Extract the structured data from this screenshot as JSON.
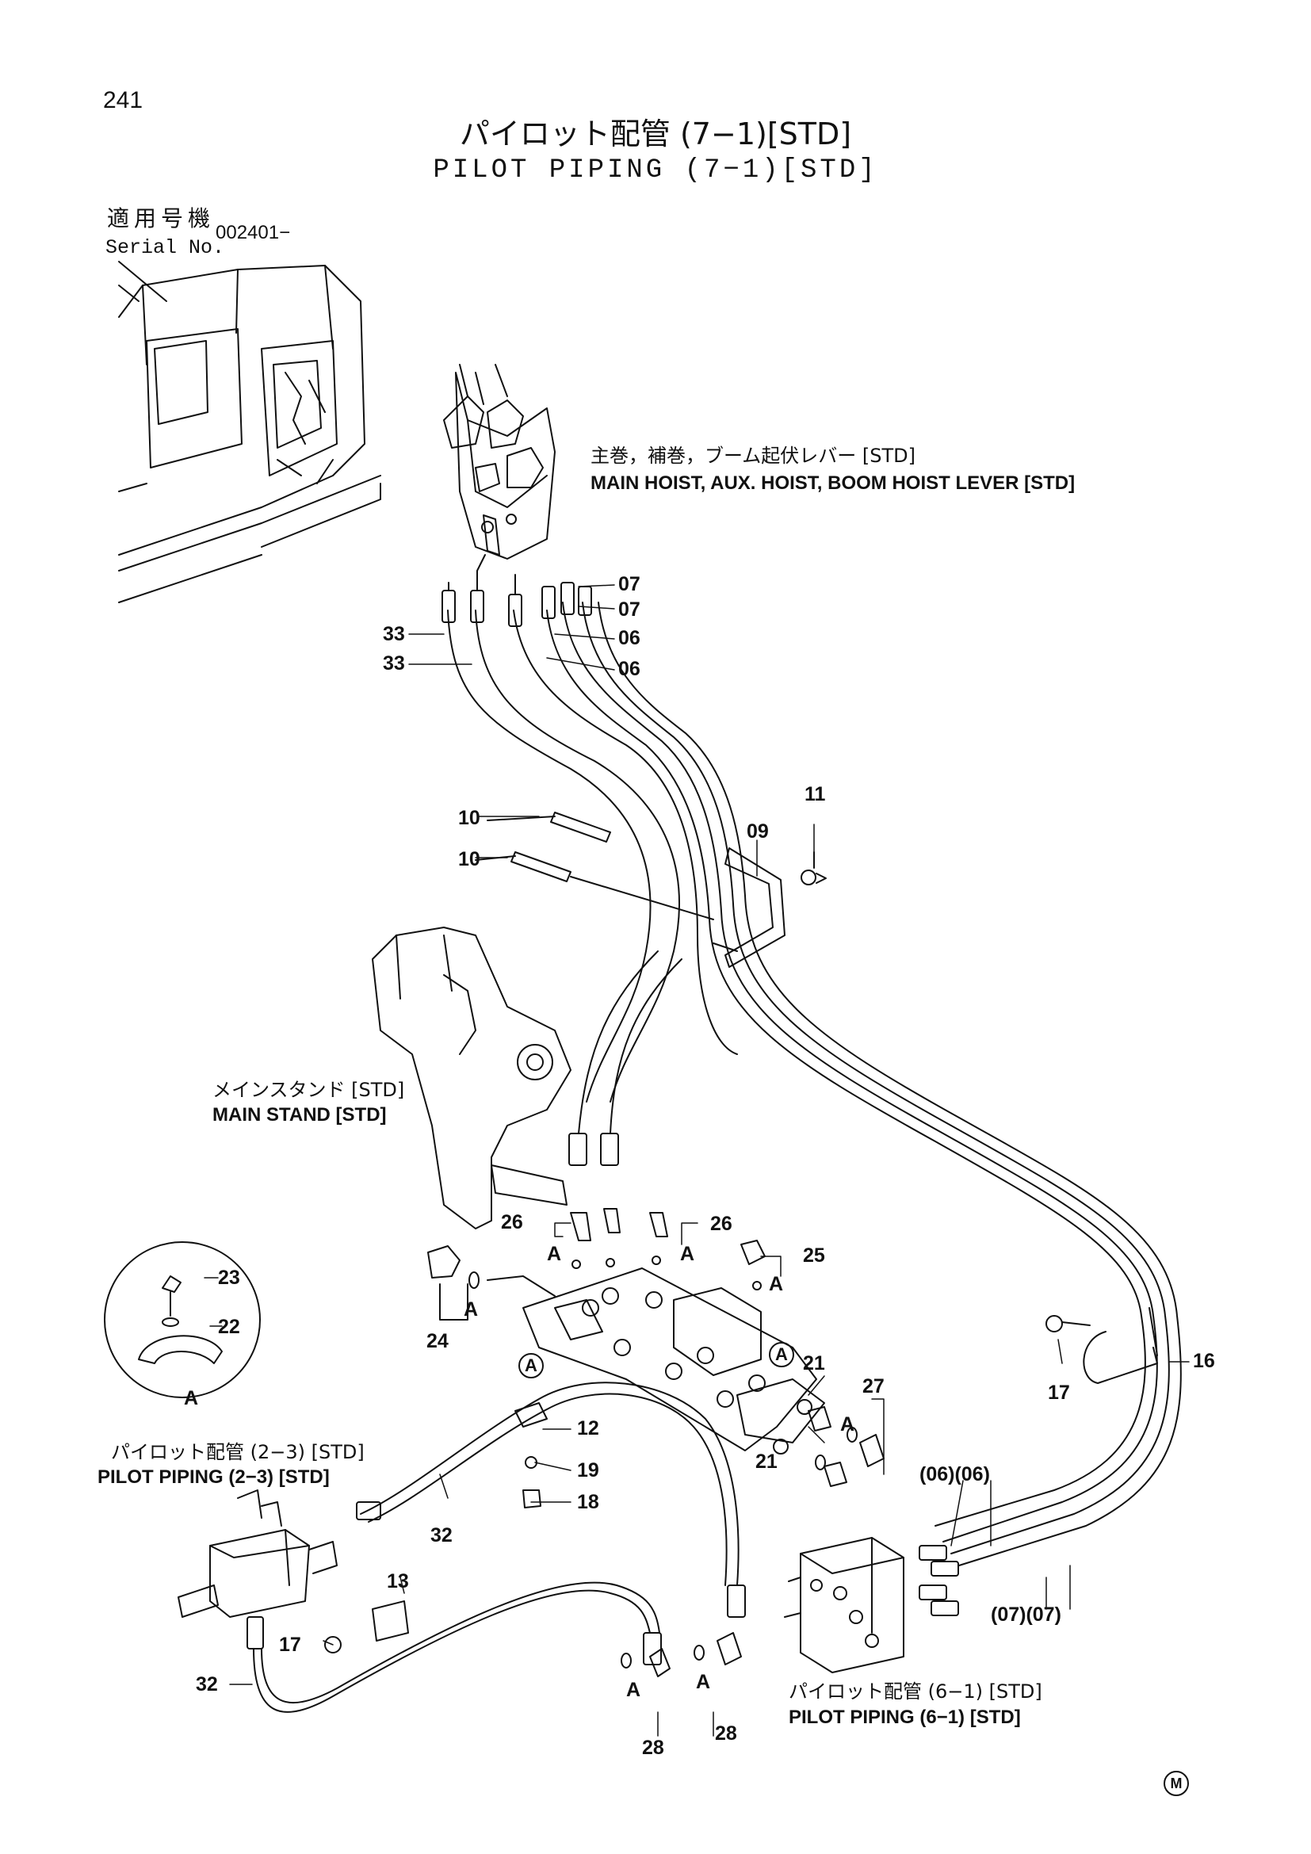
{
  "page": {
    "number": "241",
    "title_ja": "パイロット配管 (7−1)[STD]",
    "title_en": "PILOT PIPING (7−1)[STD]",
    "serial_label_ja": "適用号機",
    "serial_label_en": "Serial No.",
    "serial_value": "002401−"
  },
  "captions": {
    "lever_ja": "主巻，補巻，ブーム起伏レバー [STD]",
    "lever_en": "MAIN HOIST, AUX. HOIST, BOOM HOIST LEVER [STD]",
    "stand_ja": "メインスタンド [STD]",
    "stand_en": "MAIN STAND [STD]",
    "pp23_ja": "パイロット配管 (2−3) [STD]",
    "pp23_en": "PILOT PIPING (2−3) [STD]",
    "pp61_ja": "パイロット配管 (6−1) [STD]",
    "pp61_en": "PILOT PIPING (6−1) [STD]"
  },
  "part_numbers": {
    "p07a": "07",
    "p07b": "07",
    "p06a": "06",
    "p06b": "06",
    "p33a": "33",
    "p33b": "33",
    "p10a": "10",
    "p10b": "10",
    "p09": "09",
    "p11": "11",
    "p26a": "26",
    "p26b": "26",
    "p25": "25",
    "p24": "24",
    "p23": "23",
    "p22": "22",
    "p21a": "21",
    "p21b": "21",
    "p27": "27",
    "p16": "16",
    "p17a": "17",
    "p17b": "17",
    "p12": "12",
    "p19": "19",
    "p18": "18",
    "p32a": "32",
    "p32b": "32",
    "p13": "13",
    "p28a": "28",
    "p28b": "28",
    "p06c": "(06)(06)",
    "p07c": "(07)(07)"
  },
  "detail_labels": {
    "a1": "A",
    "a2": "A",
    "a3": "A",
    "a4": "A",
    "a5": "A",
    "a6": "A",
    "a7": "A",
    "a8": "A",
    "circ_a1": "A",
    "circ_a2": "A"
  },
  "manufacturer_mark": "M"
}
